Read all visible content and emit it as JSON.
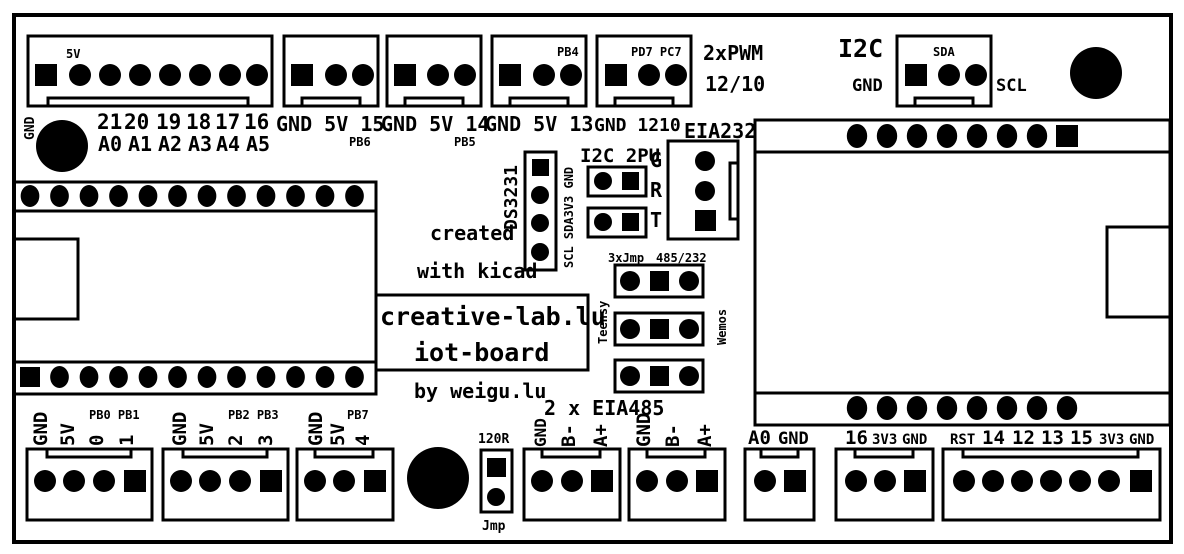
{
  "colors": {
    "ink": "#000000",
    "paper": "#ffffff"
  },
  "left_connector": {
    "top_label": "5V",
    "side_label": "GND",
    "row1": [
      "21",
      "20",
      "19",
      "18",
      "17",
      "16"
    ],
    "row2": [
      "A0",
      "A1",
      "A2",
      "A3",
      "A4",
      "A5"
    ]
  },
  "conn_b": {
    "labels": [
      "GND",
      "5V",
      "15"
    ],
    "sub": "PB6"
  },
  "conn_c": {
    "labels": [
      "GND",
      "5V",
      "14"
    ],
    "sub": "PB5"
  },
  "conn_d": {
    "labels": [
      "GND",
      "5V",
      "13"
    ],
    "top": "PB4"
  },
  "conn_e": {
    "labels": [
      "GND",
      "1210"
    ],
    "top": "PD7 PC7"
  },
  "pwm": {
    "line1": "2xPWM",
    "line2": "12/10"
  },
  "i2c_connector": {
    "title": "I2C",
    "gnd": "GND",
    "sda": "SDA",
    "scl": "SCL"
  },
  "ds3231": {
    "name": "DS3231",
    "pins": "SCL SDA3V3 GND"
  },
  "center_jumpers": {
    "i2c2pu": "I2C  2PU",
    "g": "G",
    "r": "R",
    "t": "T",
    "eia232": "EIA232",
    "jmp3": "3xJmp",
    "sel485": "485/232",
    "teensy": "Teensy",
    "wemos": "Wemos"
  },
  "credits": {
    "created": "created",
    "with_kicad": "with kicad",
    "brand": "creative-lab.lu",
    "board": "iot-board",
    "by": "by weigu.lu"
  },
  "bottom_left": {
    "c1_labels": [
      "GND",
      "5V",
      "0",
      "1"
    ],
    "c1_sub": "PB0 PB1",
    "c2_labels": [
      "GND",
      "5V",
      "2",
      "3"
    ],
    "c2_sub": "PB2 PB3",
    "c3_labels": [
      "GND",
      "5V",
      "4"
    ],
    "c3_sub": "PB7"
  },
  "rs485": {
    "title": "2 x EIA485",
    "jumper_top": "120R",
    "jumper_bottom": "Jmp",
    "c1_labels": [
      "GND",
      "B-",
      "A+"
    ],
    "c2_labels": [
      "GND",
      "B-",
      "A+"
    ]
  },
  "bottom_right": {
    "a0": "A0",
    "a0_gnd": "GND",
    "c2_labels": [
      "16",
      "3V3",
      "GND"
    ],
    "c3_labels": [
      "RST",
      "14",
      "12",
      "13",
      "15",
      "3V3",
      "GND"
    ]
  },
  "icons": [
    "mounting-hole-icon",
    "square-pad-icon",
    "round-pad-icon"
  ]
}
